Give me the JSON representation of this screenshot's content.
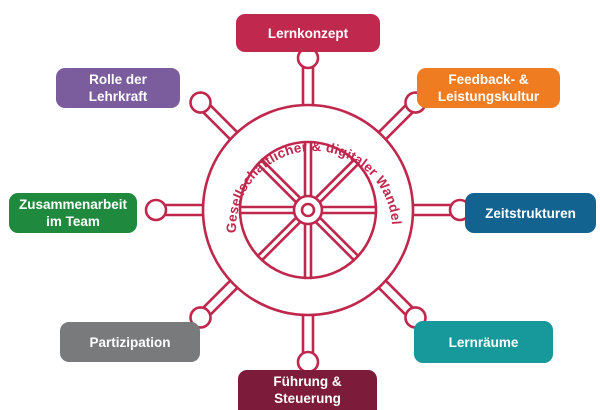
{
  "wheel": {
    "center_text": "Gesellschaftlicher & digitaler Wandel",
    "color": "#c0274d",
    "spokes": 8
  },
  "boxes": [
    {
      "id": "lernkonzept",
      "lines": [
        "Lernkonzept"
      ],
      "color": "#c0284e"
    },
    {
      "id": "feedback",
      "lines": [
        "Feedback- &",
        "Leistungskultur"
      ],
      "color": "#f07c22"
    },
    {
      "id": "zeitstrukturen",
      "lines": [
        "Zeitstrukturen"
      ],
      "color": "#136391"
    },
    {
      "id": "lernraeume",
      "lines": [
        "Lernräume"
      ],
      "color": "#17999b"
    },
    {
      "id": "fuehrung",
      "lines": [
        "Führung &",
        "Steuerung"
      ],
      "color": "#7d1b3a"
    },
    {
      "id": "partizipation",
      "lines": [
        "Partizipation"
      ],
      "color": "#797a7c"
    },
    {
      "id": "zusammenarbeit",
      "lines": [
        "Zusammenarbeit",
        "im Team"
      ],
      "color": "#1f8a3e"
    },
    {
      "id": "rolle",
      "lines": [
        "Rolle der",
        "Lehrkraft"
      ],
      "color": "#7b5c9d"
    }
  ]
}
